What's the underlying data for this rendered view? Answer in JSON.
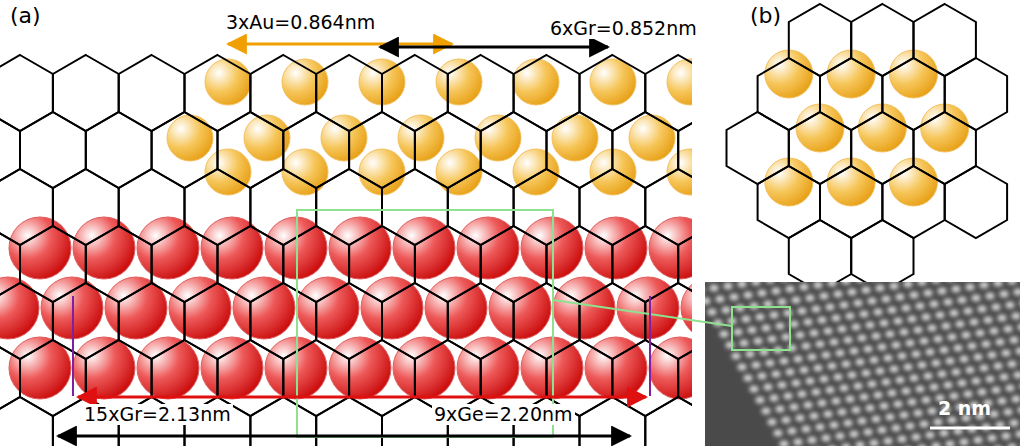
{
  "diagram": {
    "labels": [
      "(a)",
      "3xAu=0.864nm",
      "6xGr=0.852nm",
      "(b)",
      "15xGr=2.13nm",
      "9xGe=2.20nm",
      "2 nm"
    ]
  }
}
